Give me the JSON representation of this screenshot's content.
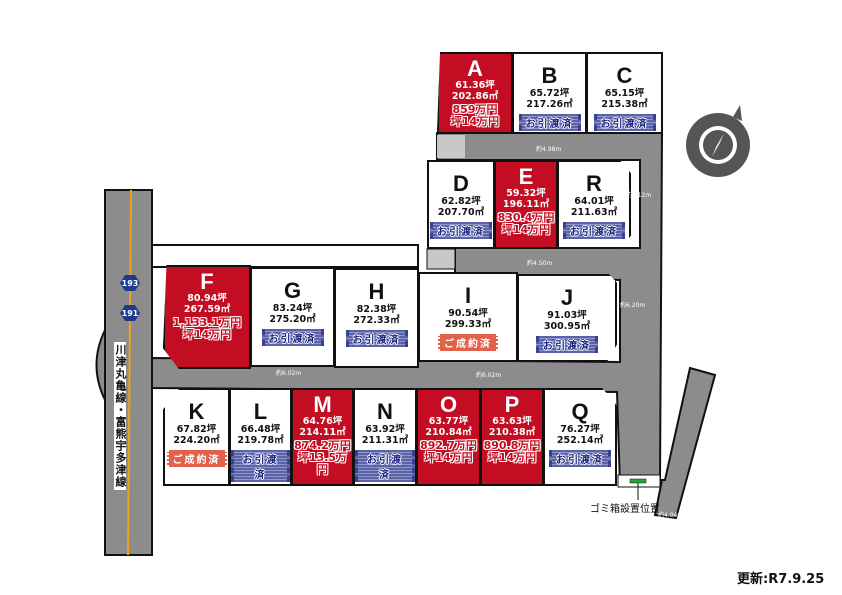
{
  "lots": [
    {
      "letter": "A",
      "tsubo": "61.36坪",
      "sqm": "202.86㎡",
      "status": "available",
      "price": "859万円",
      "unit_price": "坪14万円"
    },
    {
      "letter": "B",
      "tsubo": "65.72坪",
      "sqm": "217.26㎡",
      "status": "done"
    },
    {
      "letter": "C",
      "tsubo": "65.15坪",
      "sqm": "215.38㎡",
      "status": "done"
    },
    {
      "letter": "D",
      "tsubo": "62.82坪",
      "sqm": "207.70㎡",
      "status": "done"
    },
    {
      "letter": "E",
      "tsubo": "59.32坪",
      "sqm": "196.11㎡",
      "status": "available",
      "price": "830.4万円",
      "unit_price": "坪14万円"
    },
    {
      "letter": "R",
      "tsubo": "64.01坪",
      "sqm": "211.63㎡",
      "status": "done"
    },
    {
      "letter": "F",
      "tsubo": "80.94坪",
      "sqm": "267.59㎡",
      "status": "available",
      "price": "1,133.1万円",
      "unit_price": "坪14万円"
    },
    {
      "letter": "G",
      "tsubo": "83.24坪",
      "sqm": "275.20㎡",
      "status": "done"
    },
    {
      "letter": "H",
      "tsubo": "82.38坪",
      "sqm": "272.33㎡",
      "status": "done"
    },
    {
      "letter": "I",
      "tsubo": "90.54坪",
      "sqm": "299.33㎡",
      "status": "contract"
    },
    {
      "letter": "J",
      "tsubo": "91.03坪",
      "sqm": "300.95㎡",
      "status": "done"
    },
    {
      "letter": "K",
      "tsubo": "67.82坪",
      "sqm": "224.20㎡",
      "status": "contract"
    },
    {
      "letter": "L",
      "tsubo": "66.48坪",
      "sqm": "219.78㎡",
      "status": "done"
    },
    {
      "letter": "M",
      "tsubo": "64.76坪",
      "sqm": "214.11㎡",
      "status": "available",
      "price": "874.2万円",
      "unit_price": "坪13.5万円"
    },
    {
      "letter": "N",
      "tsubo": "63.92坪",
      "sqm": "211.31㎡",
      "status": "done"
    },
    {
      "letter": "O",
      "tsubo": "63.77坪",
      "sqm": "210.84㎡",
      "status": "available",
      "price": "892.7万円",
      "unit_price": "坪14万円"
    },
    {
      "letter": "P",
      "tsubo": "63.63坪",
      "sqm": "210.38㎡",
      "status": "available",
      "price": "890.8万円",
      "unit_price": "坪14万円"
    },
    {
      "letter": "Q",
      "tsubo": "76.27坪",
      "sqm": "252.14㎡",
      "status": "done"
    }
  ],
  "status_labels": {
    "done": "お引渡済",
    "contract": "ご成約済"
  },
  "road_widths": [
    "約4.98m",
    "約4.50m",
    "約6.12m",
    "約6.20m",
    "約6.02m",
    "約6.02m",
    "約4.04m"
  ],
  "routes": [
    "193",
    "191"
  ],
  "road_name": "川津丸亀線・富熊宇多津線",
  "trash_label": "ゴミ箱設置位置",
  "updated": "更新:R7.9.25",
  "colors": {
    "sold_available": "#c30d23",
    "road": "#8c8c8c",
    "done_badge": "#5a63a8",
    "contract_badge": "#e2614a",
    "route": "#1e3a8a",
    "centerline": "#f0a020"
  }
}
